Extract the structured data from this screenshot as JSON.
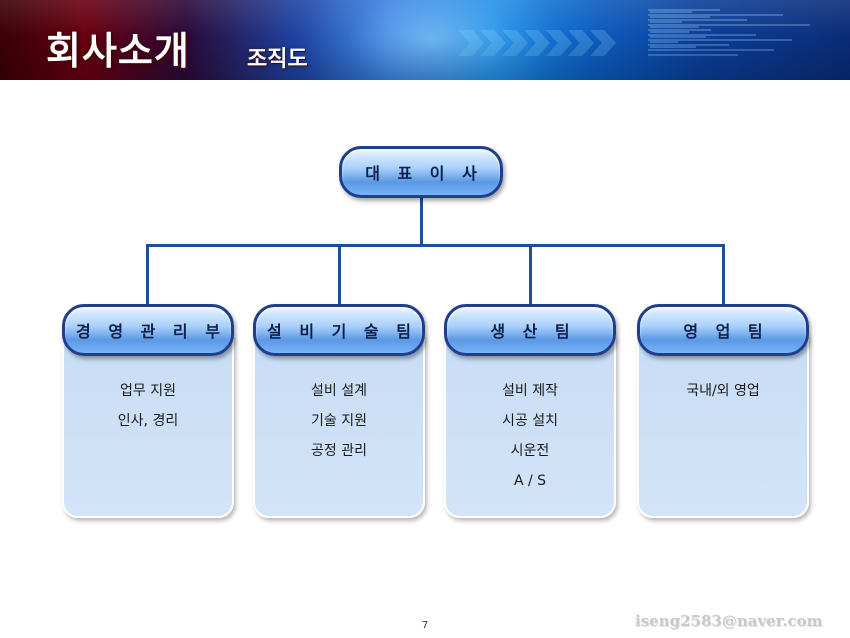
{
  "header": {
    "title": "회사소개",
    "subtitle": "조직도"
  },
  "org_chart": {
    "top": "대 표 이 사",
    "departments": [
      {
        "name": "경 영 관 리 부",
        "duties": [
          "업무 지원",
          "인사, 경리"
        ]
      },
      {
        "name": "설 비 기 술 팀",
        "duties": [
          "설비 설계",
          "기술 지원",
          "공정 관리"
        ]
      },
      {
        "name": "생 산 팀",
        "duties": [
          "설비 제작",
          "시공 설치",
          "시운전",
          "A / S"
        ]
      },
      {
        "name": "영 업 팀",
        "duties": [
          "국내/외 영업"
        ]
      }
    ]
  },
  "footer": {
    "page_number": "7",
    "watermark": "iseng2583@naver.com"
  },
  "colors": {
    "line": "#1f4f9a",
    "pill_border": "#1f3f8c",
    "panel_fill": "#c7dcf5"
  }
}
